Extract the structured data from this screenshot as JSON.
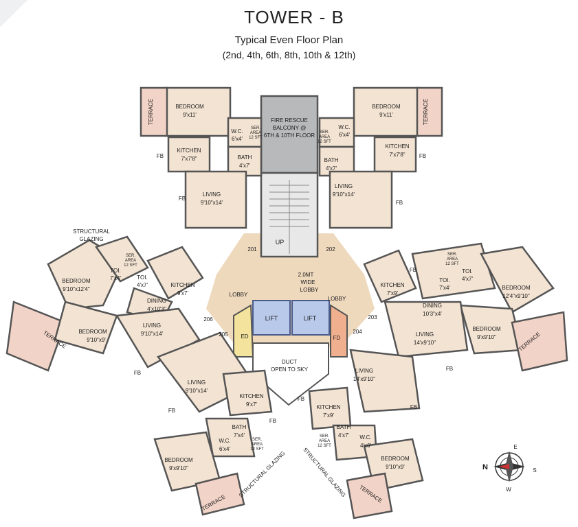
{
  "header": {
    "title": "TOWER - B",
    "subtitle": "Typical Even Floor Plan",
    "floors": "(2nd, 4th, 6th, 8th, 10th & 12th)"
  },
  "labels": {
    "fire_rescue": [
      "FIRE RESCUE",
      "BALCONY @",
      "6TH & 10TH FLOOR"
    ],
    "up": "UP",
    "lobby_wide": [
      "2.0MT",
      "WIDE",
      "LOBBY"
    ],
    "lobby": "LOBBY",
    "lift": "LIFT",
    "duct": [
      "DUCT",
      "OPEN TO SKY"
    ],
    "ed": "ED",
    "fd": "FD",
    "fb": "FB",
    "terrace": "TERRACE",
    "structural_glazing": "STRUCTURAL GLAZING",
    "structural_glazing_split": [
      "STRUCTURAL",
      "GLAZING"
    ],
    "flat_numbers": [
      "201",
      "202",
      "203",
      "204",
      "205",
      "206"
    ]
  },
  "flat_201": {
    "bedroom": [
      "BEDROOM",
      "9'x11'"
    ],
    "wc": [
      "W.C.",
      "6'x4'"
    ],
    "ser_area": [
      "SER.",
      "AREA",
      "12 SFT"
    ],
    "kitchen": [
      "KITCHEN",
      "7'x7'8\""
    ],
    "bath": [
      "BATH",
      "4'x7'"
    ],
    "living": [
      "LIVING",
      "9'10\"x14'"
    ]
  },
  "flat_202": {
    "bedroom": [
      "BEDROOM",
      "9'x11'"
    ],
    "wc": [
      "W.C.",
      "6'x4'"
    ],
    "ser_area": [
      "SER.",
      "AREA",
      "12 SFT"
    ],
    "kitchen": [
      "KITCHEN",
      "7'x7'8\""
    ],
    "bath": [
      "BATH",
      "4'x7'"
    ],
    "living": [
      "LIVING",
      "9'10\"x14'"
    ]
  },
  "flat_206": {
    "bedroom1": [
      "BEDROOM",
      "9'10\"x12'4\""
    ],
    "toi1": [
      "TOI.",
      "7'x4'"
    ],
    "toi2": [
      "TOI.",
      "4'x7'"
    ],
    "ser_area": [
      "SER.",
      "AREA",
      "12 SFT"
    ],
    "kitchen": [
      "KITCHEN",
      "9'x7'"
    ],
    "dining": [
      "DINING",
      "4'x10'3\""
    ],
    "bedroom2": [
      "BEDROOM",
      "9'10\"x9'"
    ],
    "living": [
      "LIVING",
      "9'10\"x14'"
    ]
  },
  "flat_205": {
    "living": [
      "LIVING",
      "9'10\"x14'"
    ],
    "kitchen": [
      "KITCHEN",
      "9'x7'"
    ],
    "bath": [
      "BATH",
      "7'x4'"
    ],
    "wc": [
      "W.C.",
      "6'x4'"
    ],
    "ser_area": [
      "SER.",
      "AREA",
      "12 SFT"
    ],
    "bedroom": [
      "BEDROOM",
      "9'x9'10\""
    ]
  },
  "flat_203": {
    "kitchen": [
      "KITCHEN",
      "7'x9'"
    ],
    "ser_area": [
      "SER.",
      "AREA",
      "12 SFT"
    ],
    "toi1": [
      "TOI.",
      "7'x4'"
    ],
    "toi2": [
      "TOI.",
      "4'x7'"
    ],
    "bedroom1": [
      "BEDROOM",
      "12'4\"x9'10\""
    ],
    "dining": [
      "DINING",
      "10'3\"x4'"
    ],
    "living": [
      "LIVING",
      "14'x9'10\""
    ],
    "bedroom2": [
      "BEDROOM",
      "9'x9'10\""
    ]
  },
  "flat_204": {
    "living": [
      "LIVING",
      "14'x9'10\""
    ],
    "kitchen": [
      "KITCHEN",
      "7'x9'"
    ],
    "bath": [
      "BATH",
      "4'x7'"
    ],
    "wc": [
      "W.C.",
      "4'x6'"
    ],
    "ser_area": [
      "SER.",
      "AREA",
      "12 SFT"
    ],
    "bedroom": [
      "BEDROOM",
      "9'10\"x9'"
    ]
  },
  "compass": {
    "n": "N",
    "e": "E",
    "s": "S",
    "w": "W"
  },
  "colors": {
    "room": "#f3e3d2",
    "terrace": "#f2d3c7",
    "lobby": "#eed9bd",
    "lift": "#b9c9ea",
    "ed": "#f4e39c",
    "fd": "#f0b08f",
    "wall": "#6d6d6d"
  }
}
